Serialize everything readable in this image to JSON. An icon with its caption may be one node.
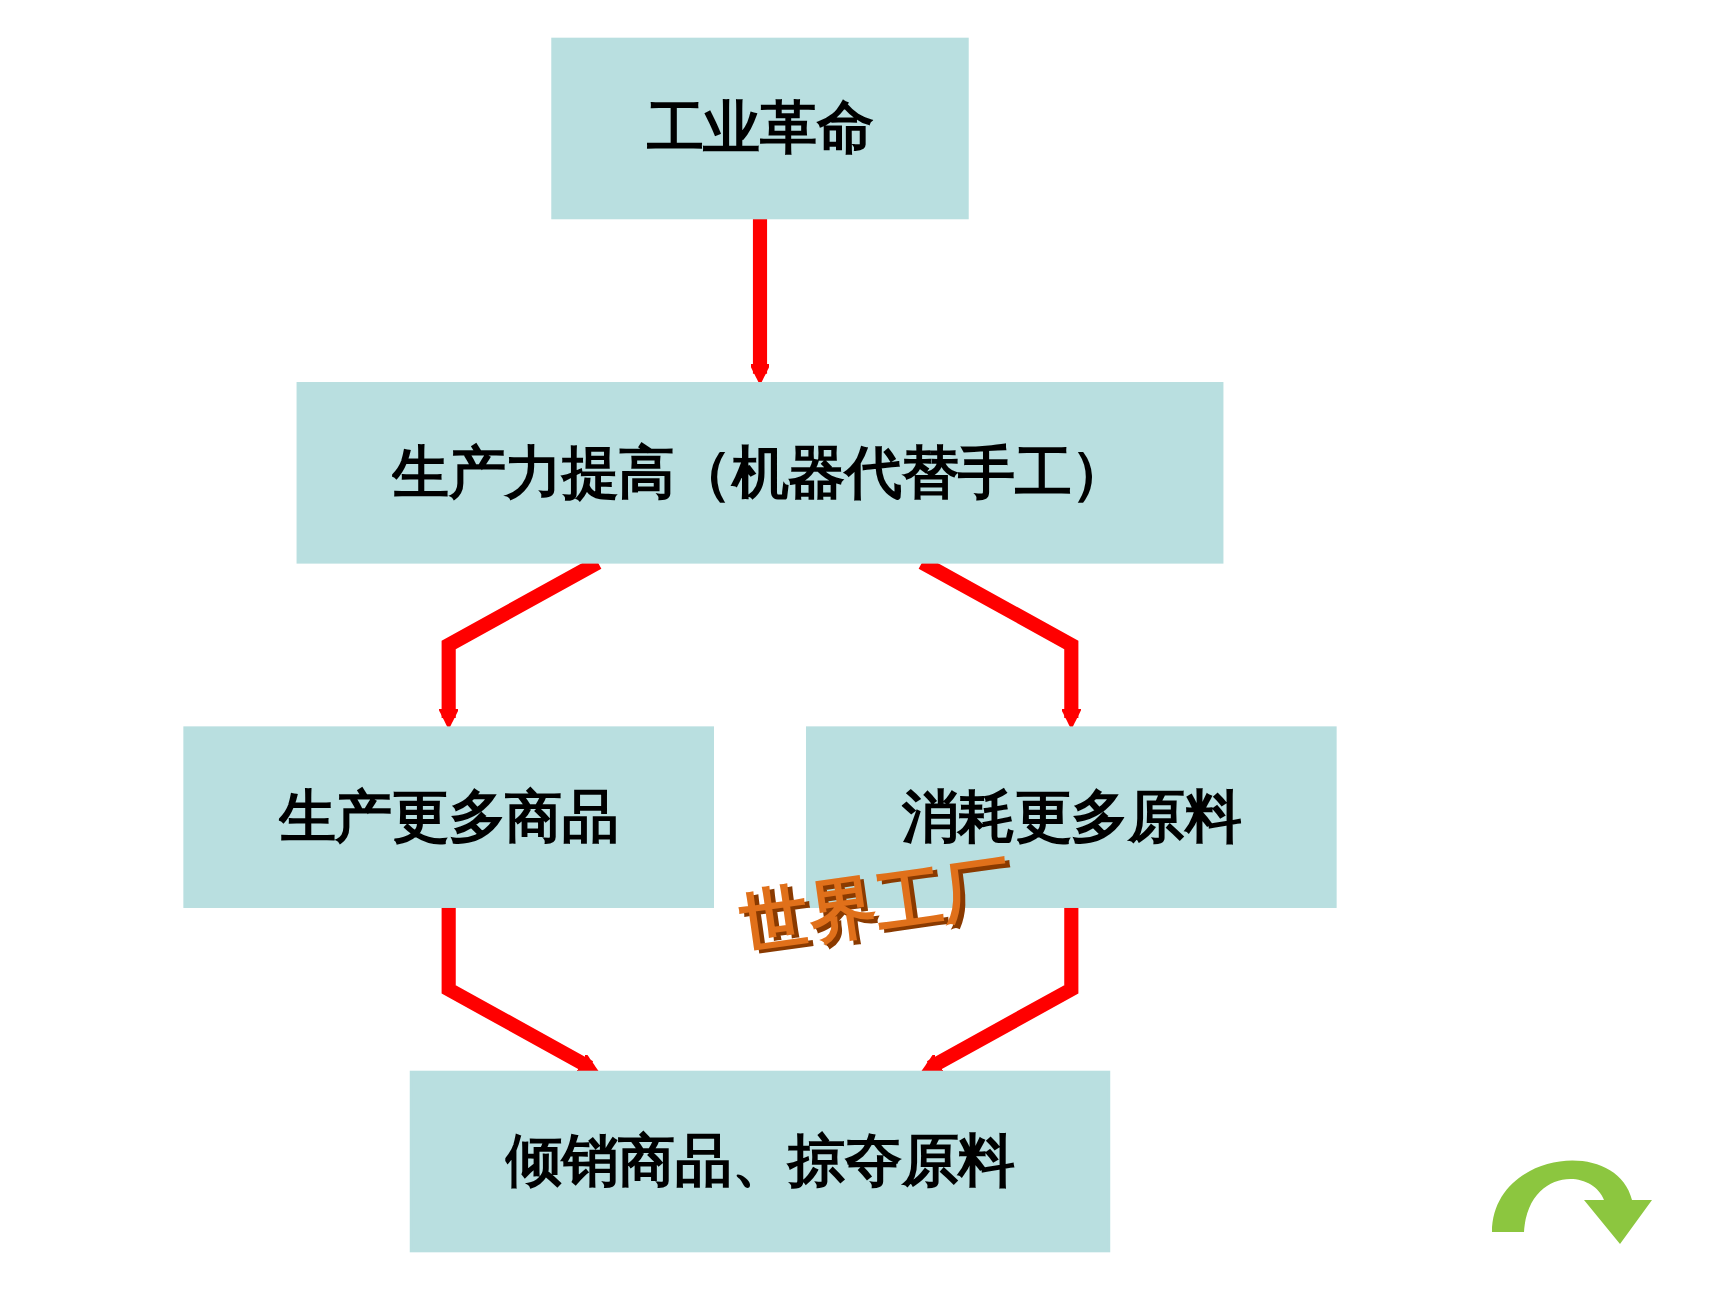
{
  "diagram": {
    "nodes": [
      {
        "text": [
          "工业革命"
        ]
      },
      {
        "text": [
          "生产力提高（机器代替手工）"
        ]
      },
      {
        "text": [
          "生产更多商品"
        ]
      },
      {
        "text": [
          "消耗更多原料"
        ]
      },
      {
        "text": [
          "倾销商品、掠夺原料"
        ]
      }
    ],
    "edges": [
      {
        "from": 0,
        "to": 1,
        "arrow": "to"
      },
      {
        "from": 1,
        "to": 2,
        "arrow": "to"
      },
      {
        "from": 1,
        "to": 3,
        "arrow": "to"
      },
      {
        "from": 2,
        "to": 4,
        "arrow": "to"
      },
      {
        "from": 3,
        "to": 4,
        "arrow": "to"
      }
    ],
    "labels": [
      "世界工厂"
    ]
  }
}
